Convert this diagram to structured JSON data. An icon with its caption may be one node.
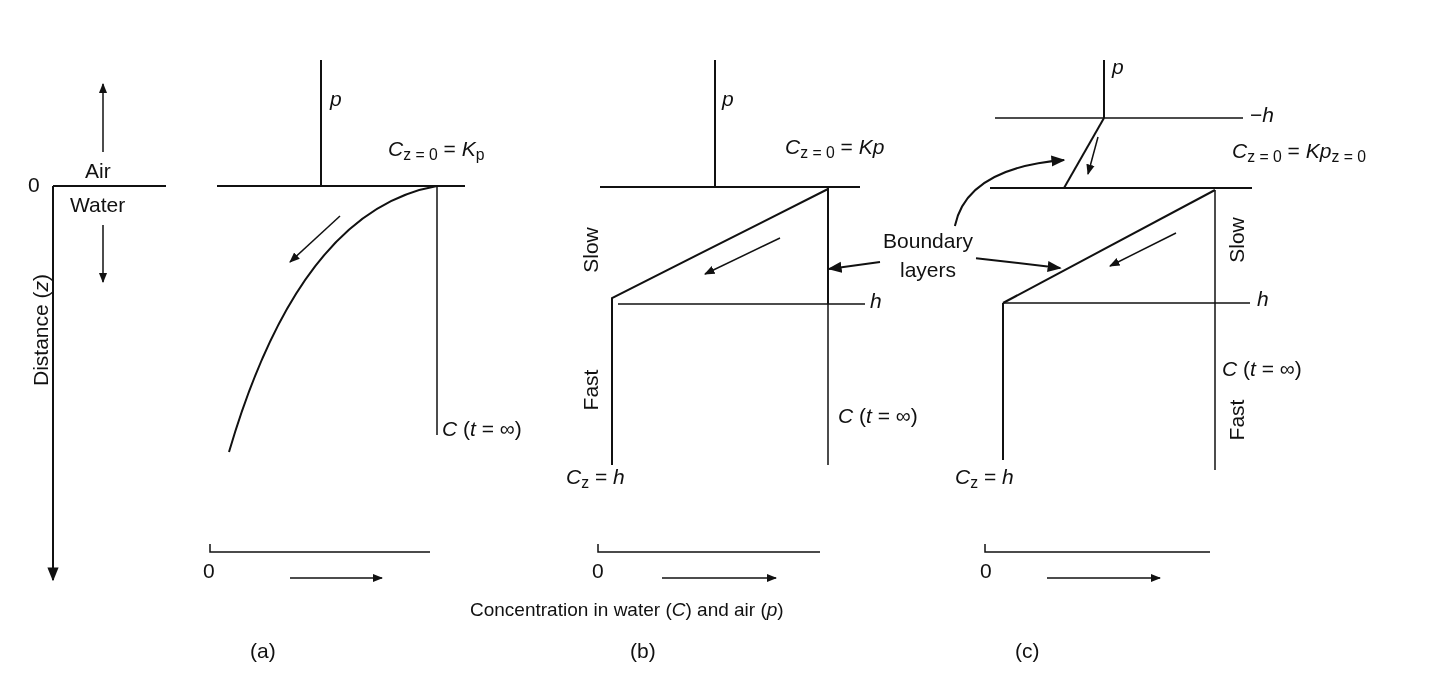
{
  "diagram": {
    "caption": "Concentration in water (*C*) and air (*p*)",
    "nodes": [
      {
        "text": [
          "Boundary layers"
        ]
      },
      {
        "text": [],
        "shape": "line"
      },
      {
        "text": [],
        "shape": "line"
      },
      {
        "text": [],
        "shape": "line"
      }
    ],
    "edges": [
      {
        "from": 0,
        "to": 1,
        "arrow": "to"
      },
      {
        "from": 0,
        "to": 2,
        "arrow": "to"
      },
      {
        "from": 0,
        "to": 3,
        "arrow": "to"
      }
    ],
    "labels": [
      "*p*",
      "*C*$_{z = 0}$ = *K*$_{p}$",
      "Air",
      "0",
      "Water",
      "Distance (*z*)",
      "*C* (*t* = ∞)",
      "0",
      "*p*",
      "*C*$_{z = 0}$ = *Kp*",
      "Slow",
      "*h*",
      "Fast",
      "*C* (*t* = ∞)",
      "*C*$_{z}$ = *h*",
      "0",
      "*p*",
      "−*h*",
      "*C*$_{z = 0}$ = *Kp*$_{z = 0}$",
      "Slow",
      "*h*",
      "*C* (*t* = ∞)",
      "Fast",
      "*C*$_{z}$ = *h*",
      "0",
      "(a)",
      "(b)",
      "(c)"
    ]
  }
}
